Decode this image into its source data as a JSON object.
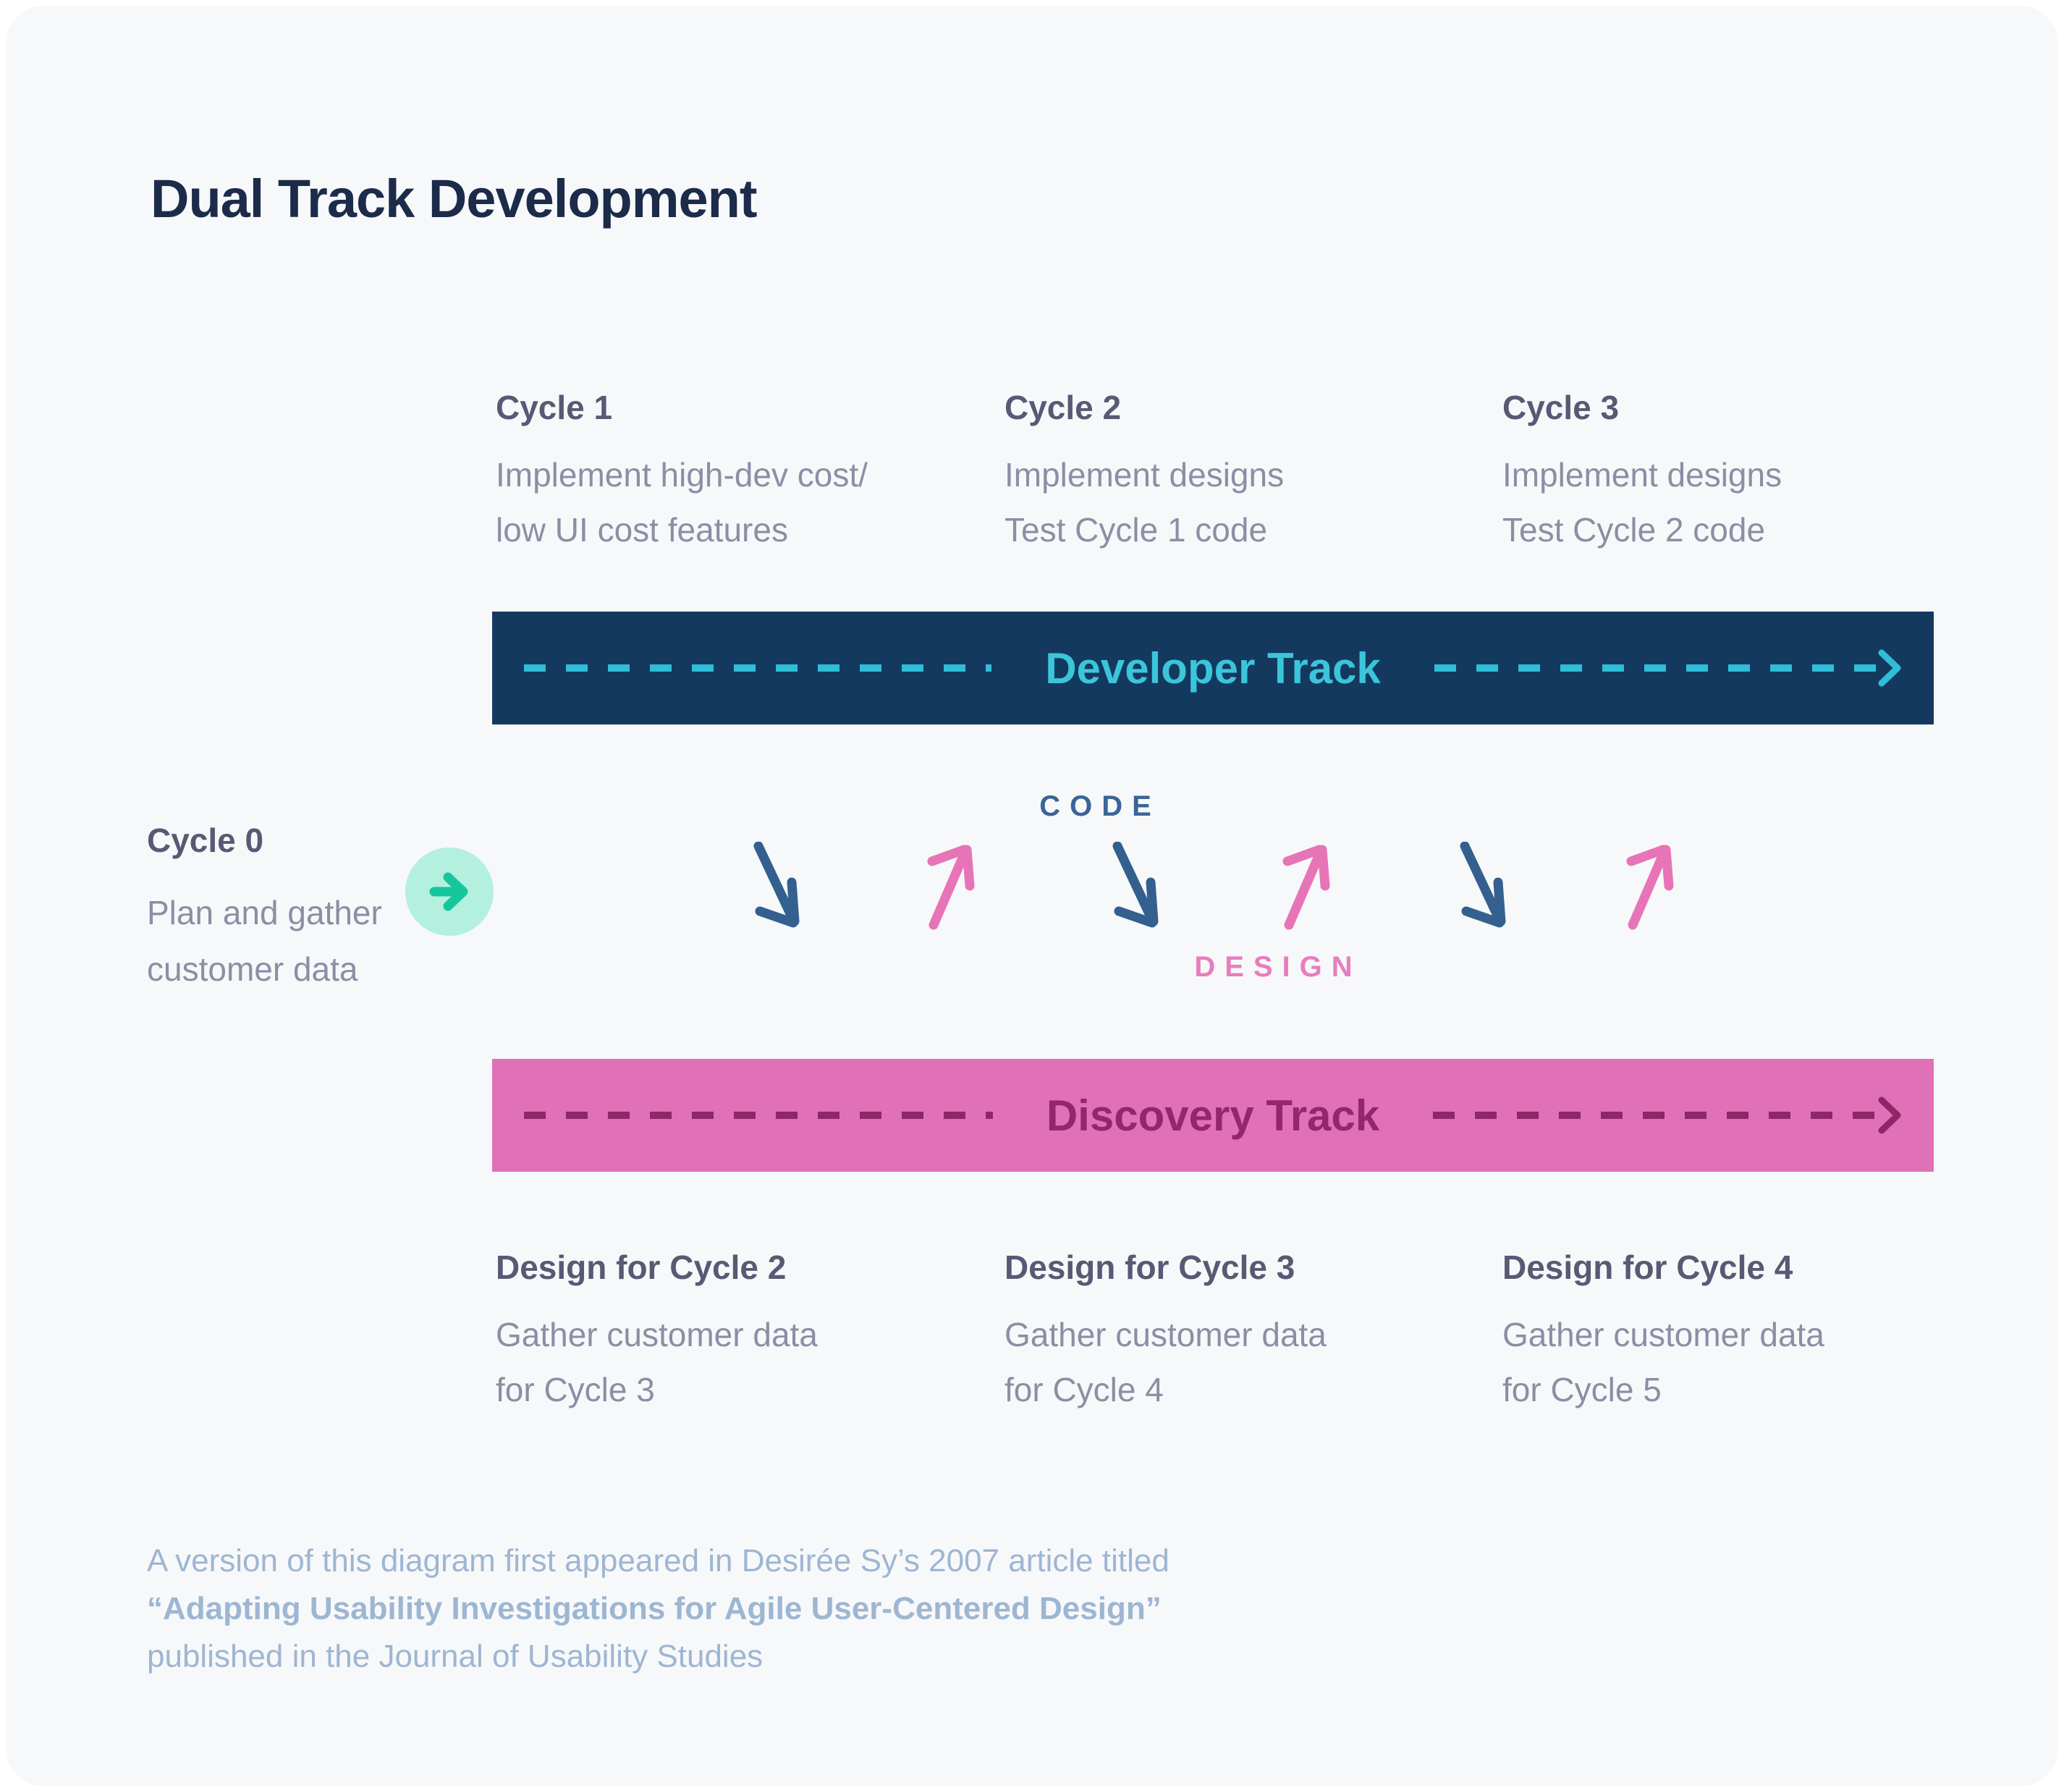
{
  "title": "Dual Track Development",
  "colors": {
    "page_bg": "#ffffff",
    "card_bg": "#f7f8fa",
    "title": "#1c2b4a",
    "heading": "#575a73",
    "body": "#8c8ea4",
    "dev_bar": "#14395f",
    "dev_text": "#3bc5db",
    "dev_dash": "#2fbdd8",
    "disc_bar": "#e070b8",
    "disc_text": "#93276d",
    "disc_dash": "#8e2767",
    "code_label": "#3a6595",
    "design_label": "#e87dbe",
    "arrow_blue": "#33608f",
    "arrow_pink": "#e874b8",
    "circle_bg": "#b4f0de",
    "circle_arrow": "#16c79e",
    "footer": "#9db6d2"
  },
  "developer_track": {
    "label": "Developer Track"
  },
  "discovery_track": {
    "label": "Discovery Track"
  },
  "dev_cycles": [
    {
      "title": "Cycle 1",
      "line1": "Implement high-dev cost/",
      "line2": "low UI cost features"
    },
    {
      "title": "Cycle 2",
      "line1": "Implement designs",
      "line2": "Test Cycle 1 code"
    },
    {
      "title": "Cycle 3",
      "line1": "Implement designs",
      "line2": "Test Cycle 2 code"
    }
  ],
  "cycle0": {
    "title": "Cycle 0",
    "line1": "Plan and gather",
    "line2": "customer data"
  },
  "flow_labels": {
    "code": "CODE",
    "design": "DESIGN"
  },
  "design_cycles": [
    {
      "title": "Design for Cycle 2",
      "line1": "Gather customer data",
      "line2": "for Cycle 3"
    },
    {
      "title": "Design for Cycle 3",
      "line1": "Gather customer data",
      "line2": "for Cycle 4"
    },
    {
      "title": "Design for Cycle 4",
      "line1": "Gather customer data",
      "line2": "for Cycle 5"
    }
  ],
  "footer": {
    "line1": "A version of this diagram first appeared in Desirée Sy’s 2007 article titled",
    "line2": "“Adapting Usability Investigations for Agile User-Centered Design”",
    "line3": "published in the Journal of Usability Studies"
  }
}
